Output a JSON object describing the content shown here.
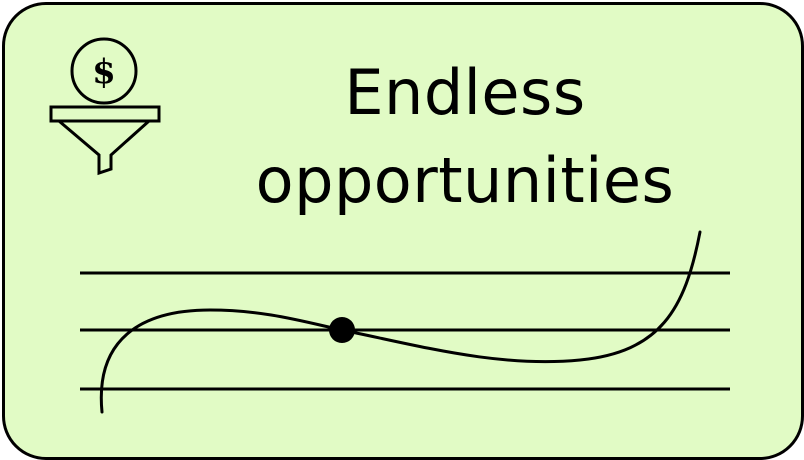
{
  "card": {
    "title_line1": "Endless",
    "title_line2": "opportunities",
    "background_color": "#e1fbc5",
    "border_color": "#000000"
  },
  "icon": {
    "name": "money-funnel-icon",
    "coin_symbol": "$"
  },
  "illustration": {
    "name": "wave-curve-on-lines",
    "line_count": 3,
    "highlighted_point": true
  }
}
